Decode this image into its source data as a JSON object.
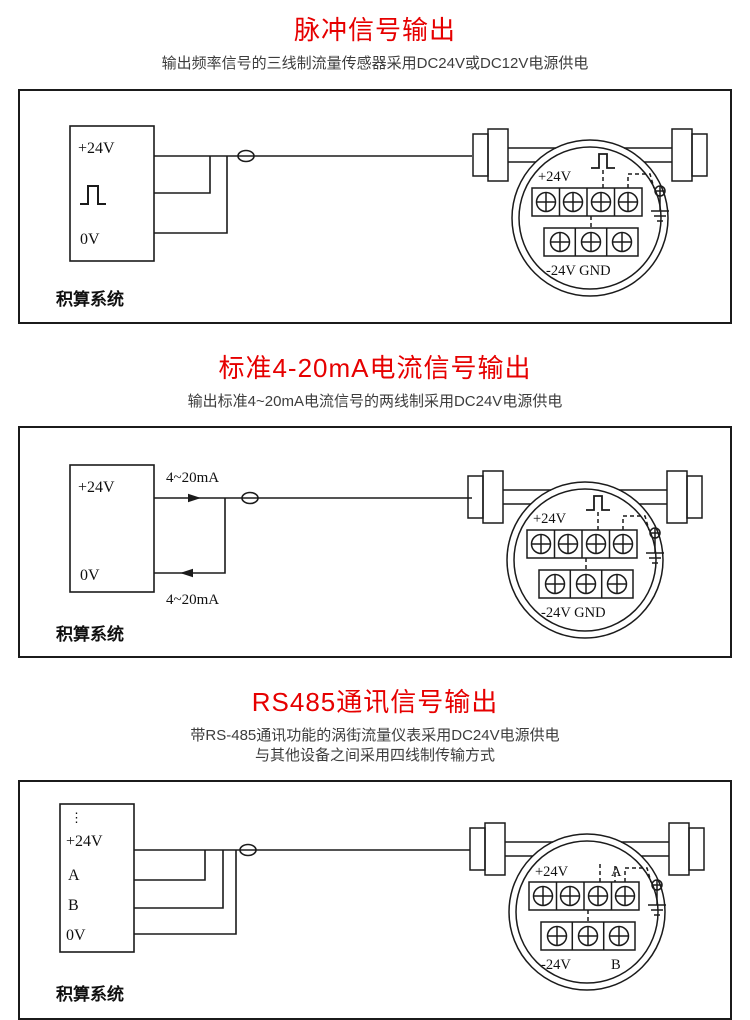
{
  "colors": {
    "title_red": "#e60000",
    "line": "#1b1b1b"
  },
  "sections": [
    {
      "title": "脉冲信号输出",
      "subtitles": [
        "输出频率信号的三线制流量传感器采用DC24V或DC12V电源供电"
      ],
      "source_box": {
        "labels": [
          "+24V",
          "0V"
        ]
      },
      "system_label": "积算系统",
      "meter": {
        "top": "+24V",
        "bottom": "-24V GND"
      }
    },
    {
      "title": "标准4-20mA电流信号输出",
      "subtitles": [
        "输出标准4~20mA电流信号的两线制采用DC24V电源供电"
      ],
      "source_box": {
        "labels": [
          "+24V",
          "0V"
        ]
      },
      "wire_labels": {
        "top": "4~20mA",
        "bottom": "4~20mA"
      },
      "system_label": "积算系统",
      "meter": {
        "top": "+24V",
        "bottom": "-24V GND"
      }
    },
    {
      "title": "RS485通讯信号输出",
      "subtitles": [
        "带RS-485通讯功能的涡街流量仪表采用DC24V电源供电",
        "与其他设备之间采用四线制传输方式"
      ],
      "source_box": {
        "dots": "⋮",
        "labels": [
          "+24V",
          "A",
          "B",
          "0V"
        ]
      },
      "system_label": "积算系统",
      "meter": {
        "top_left": "+24V",
        "top_right": "A",
        "bottom_left": "-24V",
        "bottom_right": "B"
      }
    }
  ]
}
